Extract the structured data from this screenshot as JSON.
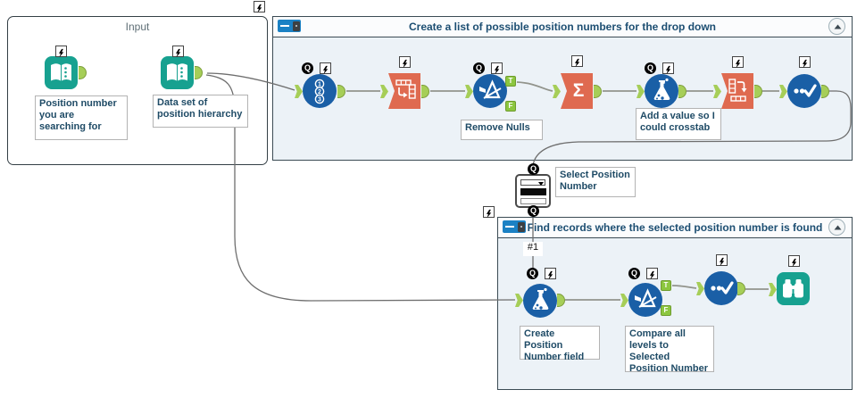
{
  "containers": {
    "input": {
      "title": "Input"
    },
    "top": {
      "title": "Create a list of possible position numbers for the drop down"
    },
    "bottom": {
      "title": "Find records where the selected position number is found"
    }
  },
  "annotations": {
    "text_input_search": "Position number you are searching for",
    "text_input_data": "Data set of position hierarchy",
    "filter_remove_nulls": "Remove Nulls",
    "formula_crosstab": "Add a value so I could crosstab",
    "dropdown": "Select Position Number",
    "formula_create": "Create Position Number field",
    "filter_compare": "Compare all levels to Selected Position Number"
  },
  "connection_label": "#1",
  "anchor_labels": {
    "q": "Q",
    "true": "T",
    "false": "F"
  },
  "icon_glyphs": {
    "summarize": "Σ",
    "record_id": [
      "1",
      "2",
      "3"
    ]
  },
  "colors": {
    "tool_blue": "#1a5fa6",
    "tool_orange": "#df6a50",
    "tool_teal": "#17a190",
    "anchor_green": "#a6ce58",
    "container_body": "#ecf2f7",
    "header_text": "#1c4e72",
    "wire_short": "#92948c",
    "wire_long": "#6e6e6e"
  }
}
